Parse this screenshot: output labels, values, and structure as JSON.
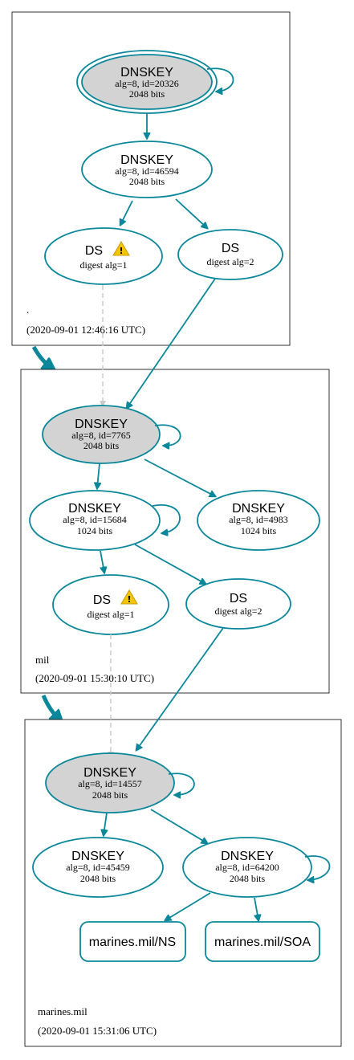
{
  "zones": {
    "root": {
      "name": ".",
      "timestamp": "(2020-09-01 12:46:16 UTC)",
      "ksk": {
        "title": "DNSKEY",
        "alg": "alg=8, id=20326",
        "bits": "2048 bits"
      },
      "zsk": {
        "title": "DNSKEY",
        "alg": "alg=8, id=46594",
        "bits": "2048 bits"
      },
      "ds1": {
        "title": "DS",
        "digest": "digest alg=1"
      },
      "ds2": {
        "title": "DS",
        "digest": "digest alg=2"
      }
    },
    "mil": {
      "name": "mil",
      "timestamp": "(2020-09-01 15:30:10 UTC)",
      "ksk": {
        "title": "DNSKEY",
        "alg": "alg=8, id=7765",
        "bits": "2048 bits"
      },
      "zsk1": {
        "title": "DNSKEY",
        "alg": "alg=8, id=15684",
        "bits": "1024 bits"
      },
      "zsk2": {
        "title": "DNSKEY",
        "alg": "alg=8, id=4983",
        "bits": "1024 bits"
      },
      "ds1": {
        "title": "DS",
        "digest": "digest alg=1"
      },
      "ds2": {
        "title": "DS",
        "digest": "digest alg=2"
      }
    },
    "marines": {
      "name": "marines.mil",
      "timestamp": "(2020-09-01 15:31:06 UTC)",
      "ksk": {
        "title": "DNSKEY",
        "alg": "alg=8, id=14557",
        "bits": "2048 bits"
      },
      "key2": {
        "title": "DNSKEY",
        "alg": "alg=8, id=45459",
        "bits": "2048 bits"
      },
      "key3": {
        "title": "DNSKEY",
        "alg": "alg=8, id=64200",
        "bits": "2048 bits"
      },
      "ns": {
        "label": "marines.mil/NS"
      },
      "soa": {
        "label": "marines.mil/SOA"
      }
    }
  },
  "colors": {
    "edge": "#0a879a",
    "ksk_fill": "#d3d3d3",
    "warning": "#f3c400",
    "dashed": "#cccccc"
  },
  "icons": [
    "warning-icon"
  ]
}
